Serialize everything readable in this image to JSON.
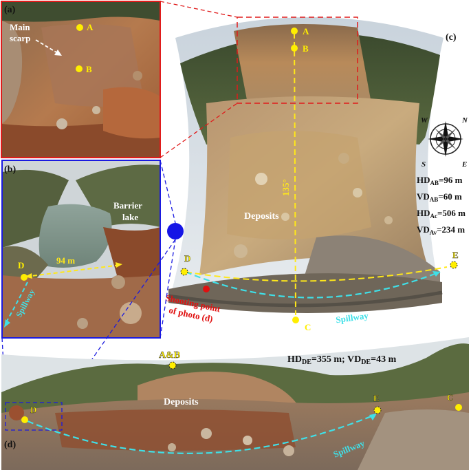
{
  "panel_a": {
    "label": "(a)",
    "annotation_line1": "Main",
    "annotation_line2": "scarp",
    "point_a": "A",
    "point_b": "B"
  },
  "panel_b": {
    "label": "(b)",
    "barrier_line1": "Barrier",
    "barrier_line2": "lake",
    "width_text": "94 m",
    "point_d": "D",
    "spillway": "Spillway"
  },
  "panel_c": {
    "label": "(c)",
    "point_a": "A",
    "point_b": "B",
    "point_c": "C",
    "point_d": "D",
    "point_e": "E",
    "angle": "135°",
    "deposits": "Deposits",
    "spillway": "Spillway",
    "shooting_line1": "Shooting point",
    "shooting_line2": "of photo (d)",
    "compass": {
      "n": "N",
      "s": "S",
      "e": "E",
      "w": "W"
    },
    "measures": [
      {
        "key": "HD",
        "sub": "AB",
        "value": "=96 m"
      },
      {
        "key": "VD",
        "sub": "AB",
        "value": "=60 m"
      },
      {
        "key": "HD",
        "sub": "Ac",
        "value": "=506 m"
      },
      {
        "key": "VD",
        "sub": "Av",
        "value": "=234 m"
      }
    ]
  },
  "panel_d": {
    "label": "(d)",
    "point_ab": "A&B",
    "point_c": "C",
    "point_d": "D",
    "point_e": "E",
    "deposits": "Deposits",
    "spillway": "Spillway",
    "hd_key": "HD",
    "hd_sub": "DE",
    "hd_val": "=355 m; ",
    "vd_key": "VD",
    "vd_sub": "DE",
    "vd_val": "=43 m"
  },
  "colors": {
    "red_frame": "#e01b1b",
    "blue_frame": "#1a1ae0",
    "point_yellow": "#ffee00",
    "dash_yellow": "#ffe81a",
    "spillway_cyan": "#3fe0e8",
    "shooting_red": "#e01010"
  }
}
